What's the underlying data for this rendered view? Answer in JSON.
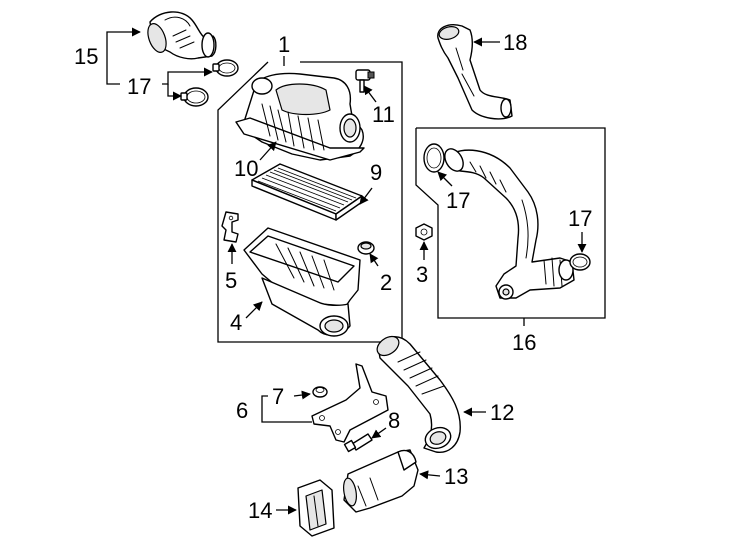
{
  "diagram": {
    "callouts": {
      "c1": "1",
      "c2": "2",
      "c3": "3",
      "c4": "4",
      "c5": "5",
      "c6": "6",
      "c7": "7",
      "c8": "8",
      "c9": "9",
      "c10": "10",
      "c11": "11",
      "c12": "12",
      "c13": "13",
      "c14": "14",
      "c15": "15",
      "c16": "16",
      "c17a": "17",
      "c17b": "17",
      "c17c": "17",
      "c18": "18"
    }
  }
}
